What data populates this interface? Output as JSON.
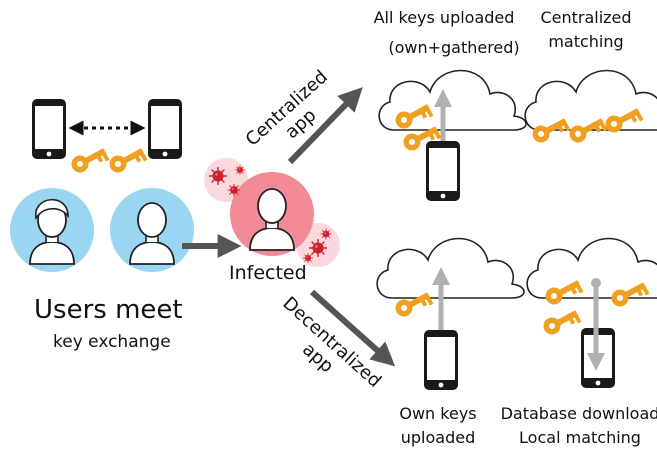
{
  "colors": {
    "key": "#f0a020",
    "key_dark": "#c47d10",
    "arrow": "#555555",
    "upload_arrow": "#b0b0b0",
    "healthy_circle": "#8fd0f0",
    "infected_circle": "#f28b95",
    "virus": "#d02030",
    "outline": "#222222"
  },
  "icons": [
    "phone-icon",
    "key-icon",
    "cloud-icon",
    "user-avatar-icon",
    "virus-icon",
    "arrow-icon"
  ],
  "labels": {
    "users_meet": "Users meet",
    "key_exchange": "key exchange",
    "infected": "Infected",
    "centralized_app_line1": "Centralized",
    "centralized_app_line2": "app",
    "decentralized_app_line1": "Decentralized",
    "decentralized_app_line2": "app",
    "all_keys_line1": "All keys uploaded",
    "all_keys_line2": "(own+gathered)",
    "central_matching_line1": "Centralized",
    "central_matching_line2": "matching",
    "own_keys_line1": "Own keys",
    "own_keys_line2": "uploaded",
    "db_line1": "Database download",
    "db_line2": "Local matching"
  }
}
